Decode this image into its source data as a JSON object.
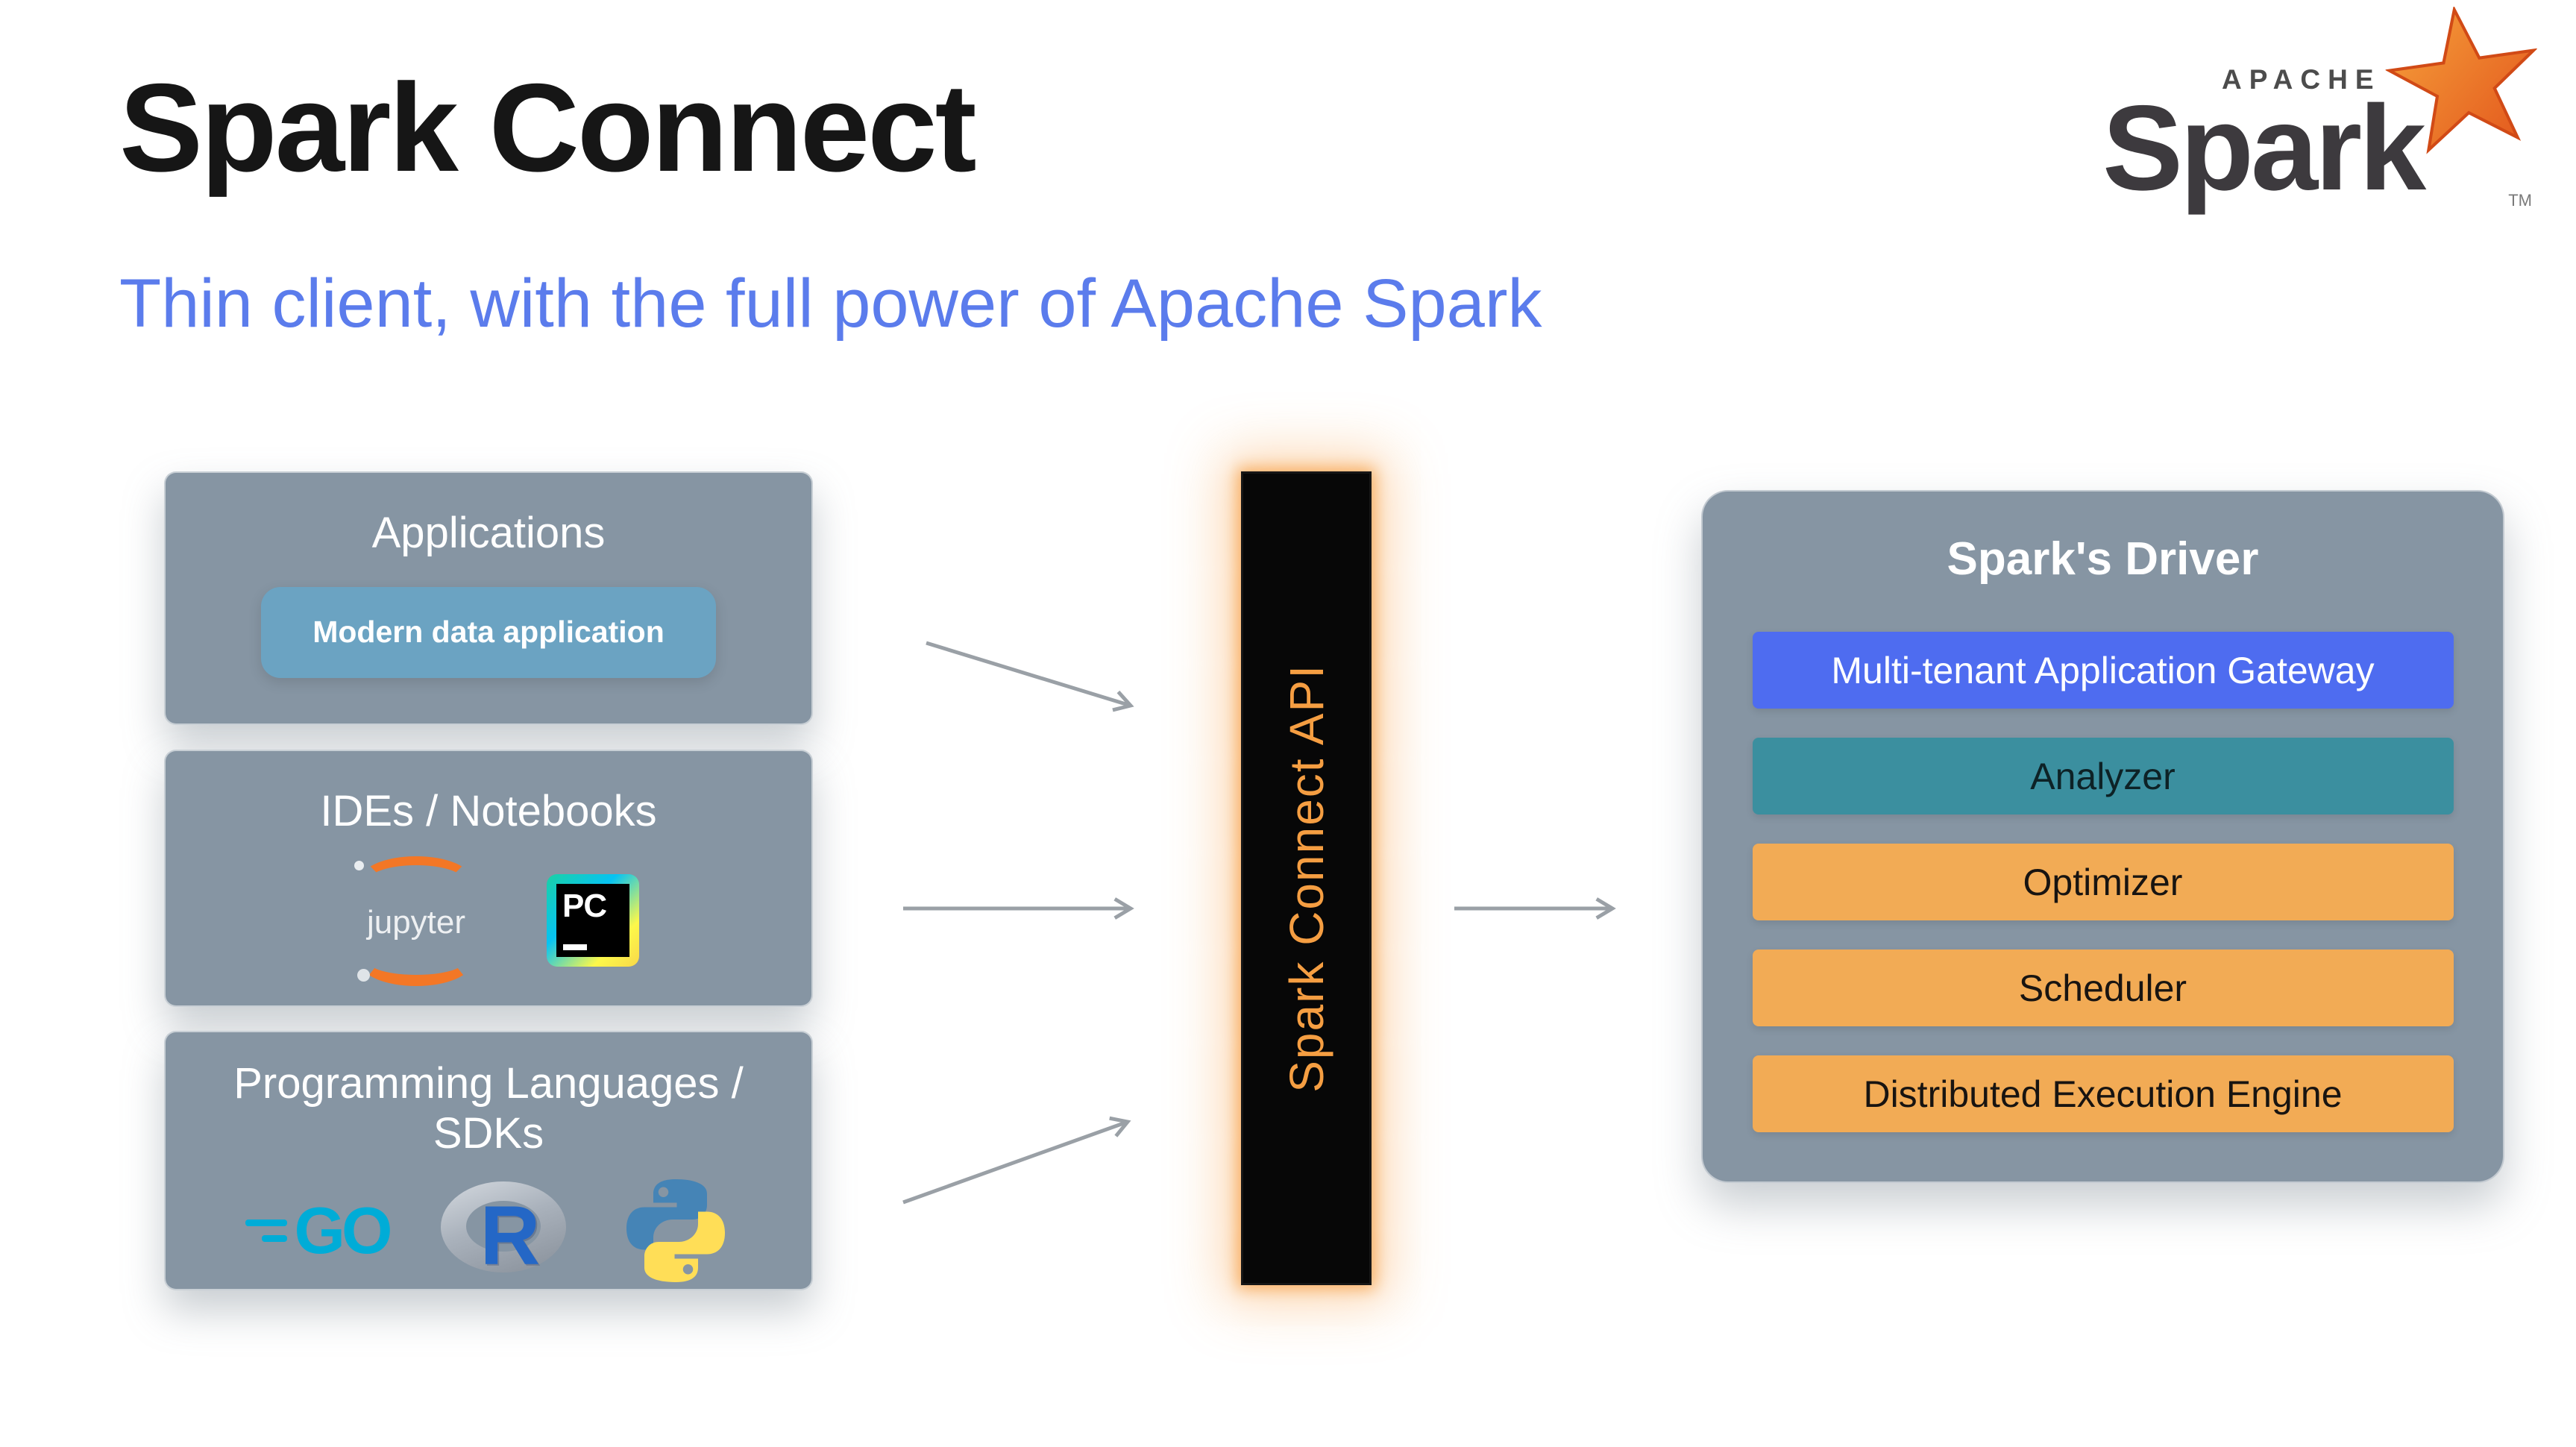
{
  "slide": {
    "title": "Spark Connect",
    "subtitle": "Thin client, with the full power of Apache Spark"
  },
  "brand": {
    "apache": "APACHE",
    "name": "Spark",
    "tm": "TM",
    "star_icon": "spark-star-icon"
  },
  "left_boxes": {
    "applications": {
      "title": "Applications",
      "button_label": "Modern data application"
    },
    "ides": {
      "title": "IDEs / Notebooks",
      "jupyter_text": "jupyter",
      "pycharm_text": "PC",
      "icons": [
        "jupyter-logo",
        "pycharm-logo"
      ]
    },
    "languages": {
      "title": "Programming Languages / SDKs",
      "go_text": "GO",
      "r_text": "R",
      "icons": [
        "go-logo",
        "r-logo",
        "python-logo"
      ]
    }
  },
  "connector": {
    "label": "Spark Connect API"
  },
  "right": {
    "title": "Spark's Driver",
    "rows": [
      {
        "label": "Multi-tenant Application Gateway",
        "color": "#4e6cf0",
        "text_color": "#ffffff"
      },
      {
        "label": "Analyzer",
        "color": "#3b8f9f",
        "text_color": "#0d2226"
      },
      {
        "label": "Optimizer",
        "color": "#f2ab55",
        "text_color": "#181411"
      },
      {
        "label": "Scheduler",
        "color": "#f2ab55",
        "text_color": "#181411"
      },
      {
        "label": "Distributed Execution Engine",
        "color": "#f2ab55",
        "text_color": "#181411"
      }
    ]
  },
  "colors": {
    "slate": "#8695a3",
    "subtitle-blue": "#5b7cec",
    "inner-btn": "#6ba3c2",
    "bar-bg": "#070707",
    "bar-text": "#f59e42",
    "arrow-gray": "#9aa0a6",
    "spark-orange": "#e8641f",
    "spark-gray": "#3d3a3e",
    "title-black": "#161616"
  }
}
